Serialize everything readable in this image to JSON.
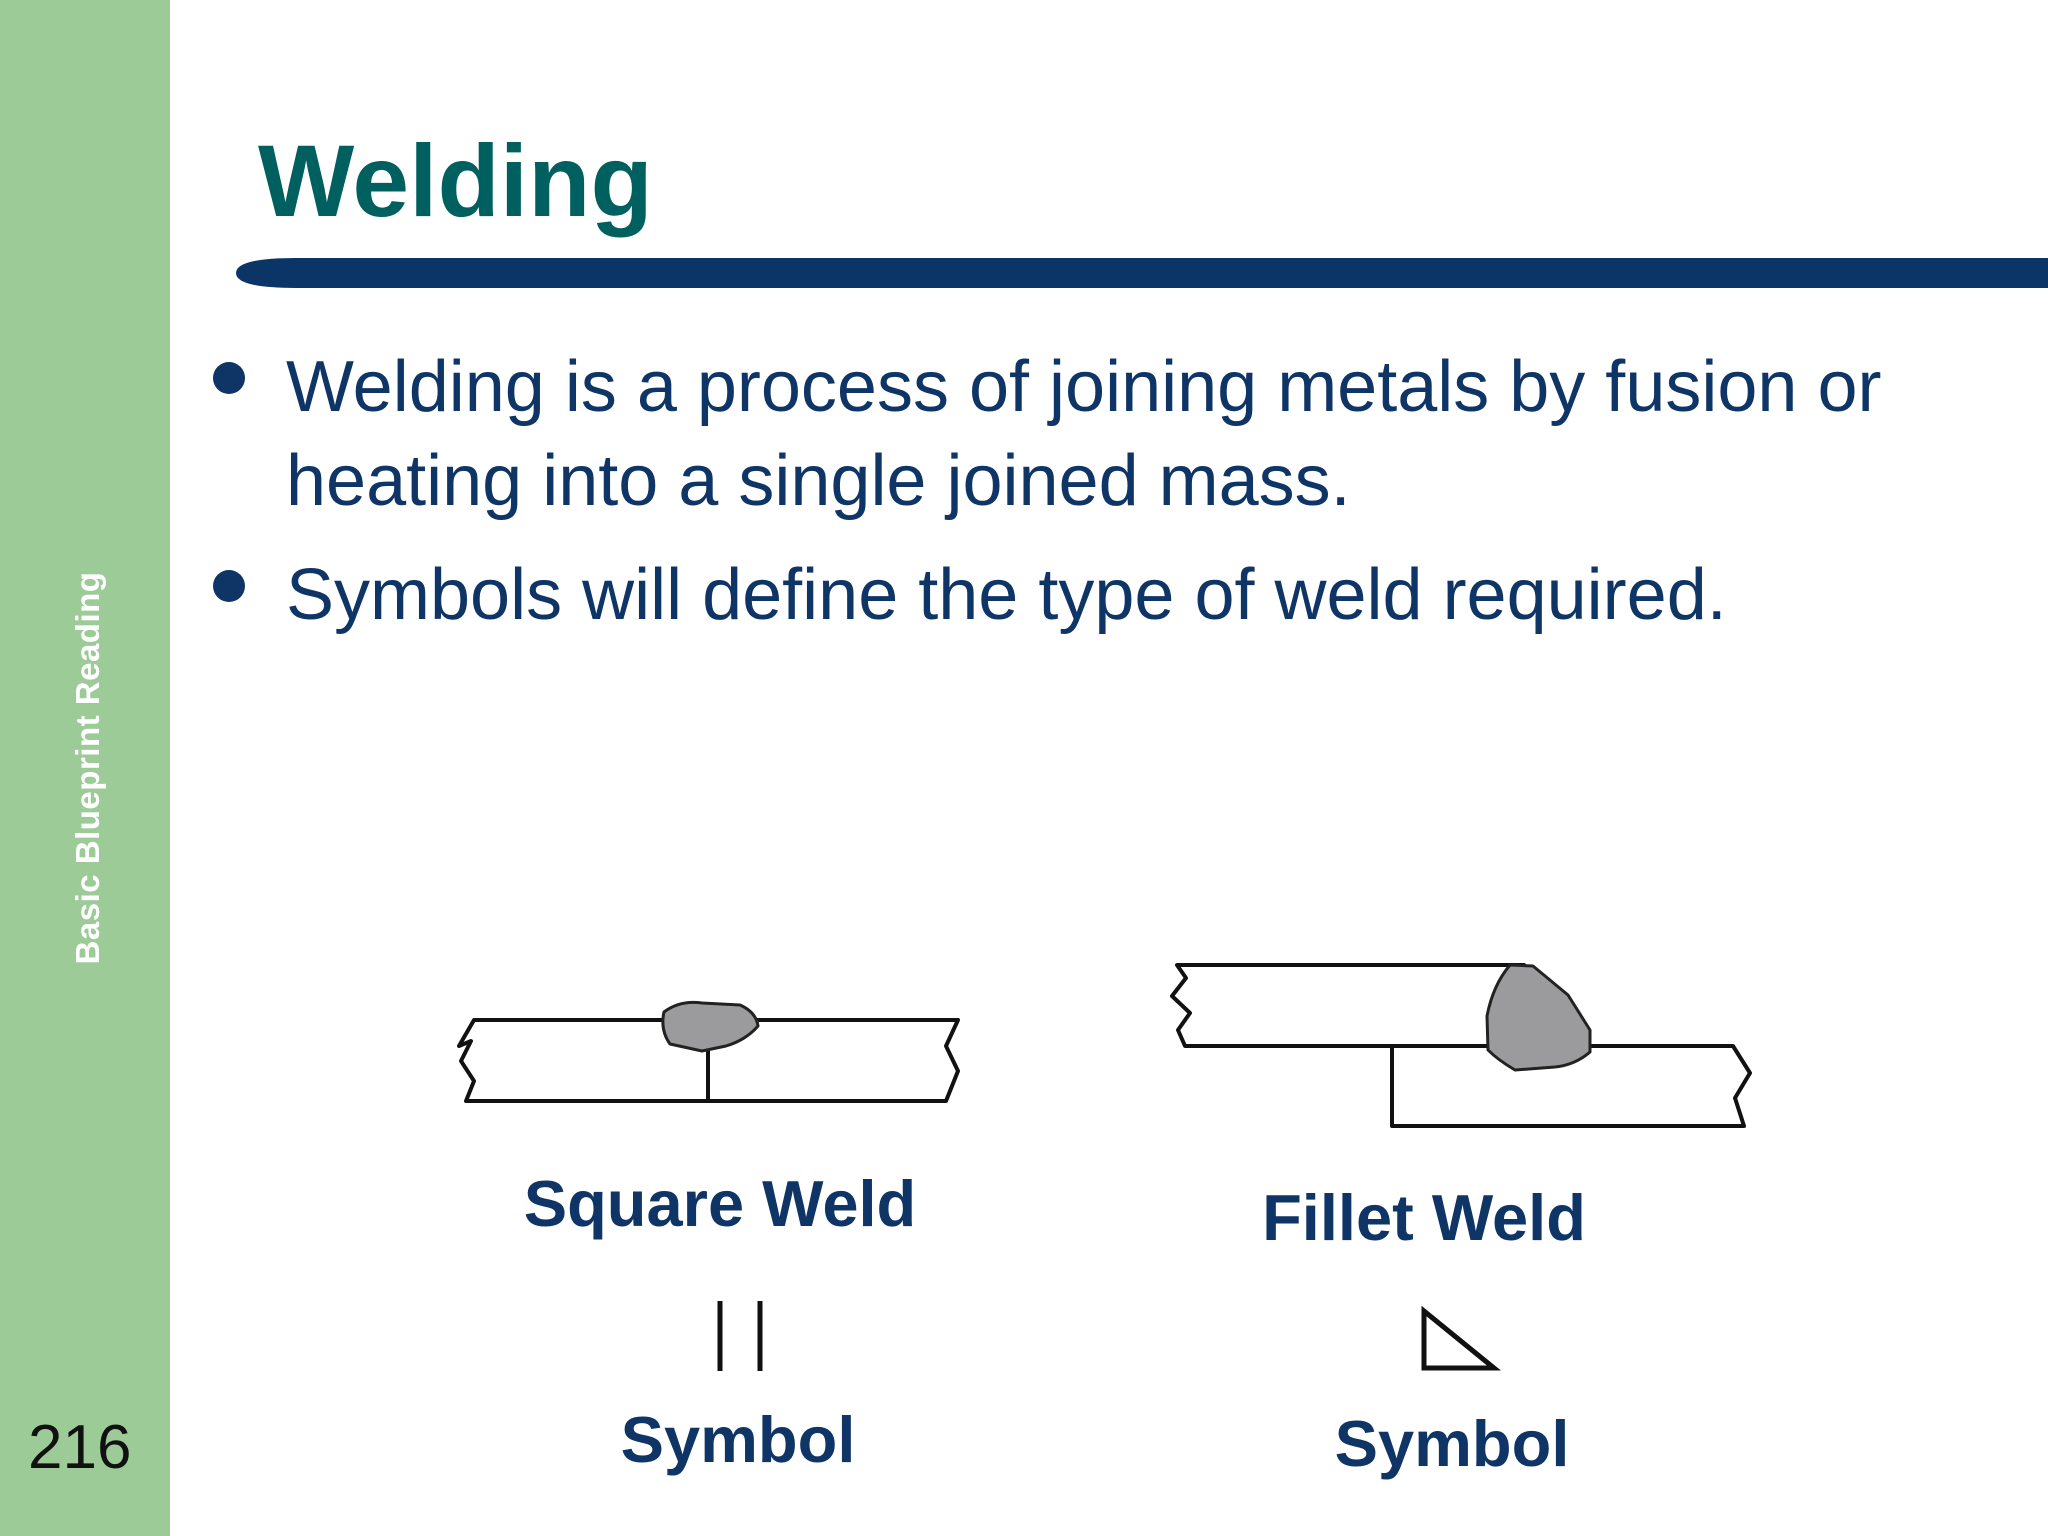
{
  "sidebar": {
    "title": "Basic Blueprint Reading",
    "page_number": "216"
  },
  "slide": {
    "title": "Welding",
    "bullets": [
      "Welding is a process  of joining metals by fusion or heating into a single joined mass.",
      "Symbols will define the type of weld required."
    ]
  },
  "figures": {
    "square": {
      "caption": "Square Weld",
      "symbol_label": "Symbol"
    },
    "fillet": {
      "caption": "Fillet Weld",
      "symbol_label": "Symbol"
    }
  },
  "colors": {
    "sidebar": "#9ccb98",
    "title": "#005f5f",
    "text": "#0e3566",
    "rule": "#0a3566",
    "weld": "#9b9a9c"
  }
}
